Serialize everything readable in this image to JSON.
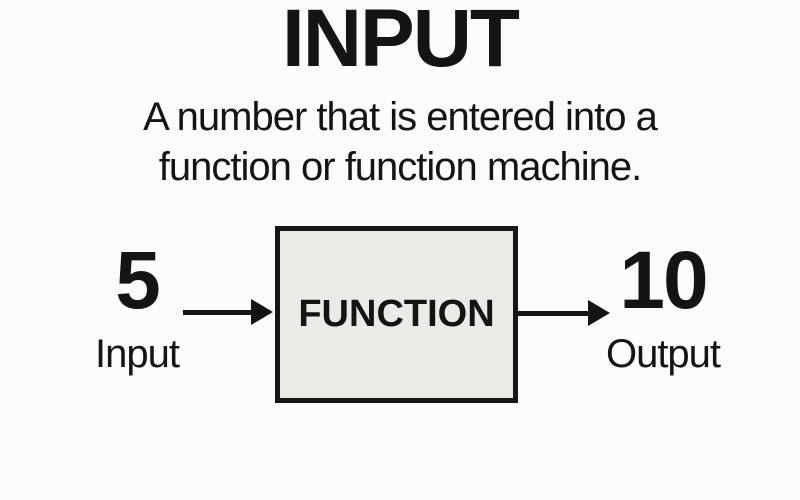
{
  "page": {
    "title": "INPUT",
    "colors": {
      "background": "#FCFBF9",
      "text": "#141414",
      "box_fill": "#ECEAE7",
      "box_border": "#161616"
    }
  },
  "definition": {
    "line1": "A number that is entered into a",
    "line2": "function or function machine."
  },
  "diagram": {
    "input_value": "5",
    "input_label": "Input",
    "machine_label": "FUNCTION",
    "output_value": "10",
    "output_label": "Output",
    "input_arrow_icon": "right-arrow",
    "output_arrow_icon": "right-arrow"
  }
}
